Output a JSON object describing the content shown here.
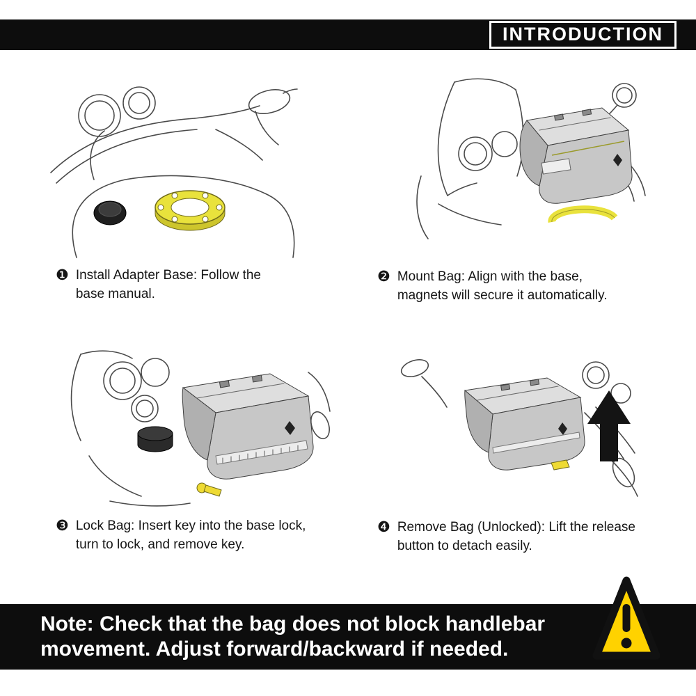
{
  "header": {
    "title": "INTRODUCTION"
  },
  "steps": [
    {
      "num": "❶",
      "text": "Install Adapter Base: Follow the base manual."
    },
    {
      "num": "❷",
      "text": "Mount Bag: Align with the base, magnets will secure it automatically."
    },
    {
      "num": "❸",
      "text": "Lock Bag: Insert key into the base lock, turn to lock, and remove key."
    },
    {
      "num": "❹",
      "text": "Remove Bag (Unlocked): Lift the release button to detach easily."
    }
  ],
  "note": {
    "text": "Note: Check that the bag does not block handlebar movement. Adjust forward/backward if needed."
  },
  "icons": {
    "warning": "warning-triangle-icon",
    "step1_illustration": "motorcycle-tank-with-yellow-adapter-base",
    "step2_illustration": "tank-bag-hovering-over-adapter-base",
    "step3_illustration": "tank-bag-mounted-with-yellow-key-in-lock",
    "step4_illustration": "tank-bag-with-lift-release-arrow"
  },
  "colors": {
    "banner_black": "#0d0d0d",
    "warning_yellow": "#ffd200",
    "adapter_yellow": "#e9e23c",
    "key_yellow": "#eeda33"
  }
}
